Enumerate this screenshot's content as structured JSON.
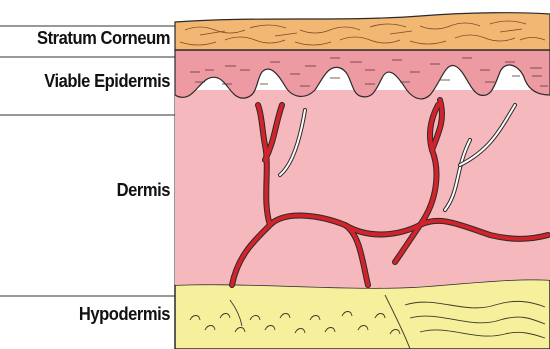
{
  "layers": {
    "stratum_corneum": {
      "label": "Stratum Corneum",
      "color": "#f3b774"
    },
    "viable_epidermis": {
      "label": "Viable Epidermis",
      "color": "#ee9aa3"
    },
    "dermis": {
      "label": "Dermis",
      "color": "#f5b8bc"
    },
    "hypodermis": {
      "label": "Hypodermis",
      "color": "#f6ef9c"
    }
  },
  "colors": {
    "blood_vessel": "#d2232a",
    "outline": "#2a2a2a",
    "divider_line": "#333333"
  }
}
